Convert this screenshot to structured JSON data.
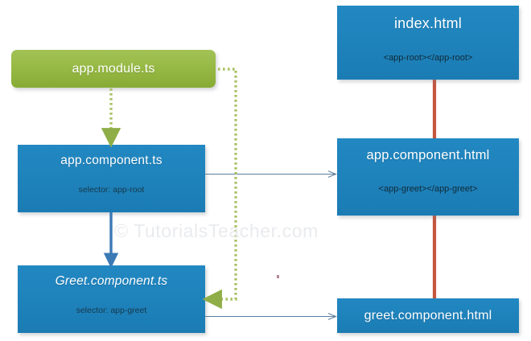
{
  "diagram": {
    "title_watermark": "© TutorialsTeacher.com",
    "nodes": {
      "app_module": {
        "label": "app.module.ts",
        "color": "#97ba45",
        "shape": "rounded-rectangle"
      },
      "app_component_ts": {
        "label": "app.component.ts",
        "sub": "selector: app-root",
        "color": "#1e82bd",
        "shape": "rectangle"
      },
      "greet_component_ts": {
        "label": "Greet.component.ts",
        "sub": "selector: app-greet",
        "color": "#1e82bd",
        "shape": "rectangle"
      },
      "index_html": {
        "label": "index.html",
        "sub": "<app-root></app-root>",
        "color": "#1e82bd",
        "shape": "rectangle"
      },
      "app_component_html": {
        "label": "app.component.html",
        "sub": "<app-greet></app-greet>",
        "color": "#1e82bd",
        "shape": "rectangle"
      },
      "greet_component_html": {
        "label": "greet.component.html",
        "color": "#1e82bd",
        "shape": "rectangle"
      }
    },
    "edges": [
      {
        "name": "app-module-to-app-component-ts",
        "from": "app_module",
        "to": "app_component_ts",
        "style": "dotted",
        "color": "#a8c263"
      },
      {
        "name": "app-module-to-greet-component-ts",
        "from": "app_module",
        "to": "greet_component_ts",
        "style": "dotted",
        "color": "#a8c263"
      },
      {
        "name": "app-component-ts-to-greet-component-ts",
        "from": "app_component_ts",
        "to": "greet_component_ts",
        "style": "solid-thick",
        "color": "#3b7ab5"
      },
      {
        "name": "app-component-ts-to-app-component-html",
        "from": "app_component_ts",
        "to": "app_component_html",
        "style": "solid-thin",
        "color": "#5b7f9e"
      },
      {
        "name": "greet-component-ts-to-greet-component-html",
        "from": "greet_component_ts",
        "to": "greet_component_html",
        "style": "solid-thin",
        "color": "#5b7f9e"
      },
      {
        "name": "app-component-html-to-index-html",
        "from": "app_component_html",
        "to": "index_html",
        "style": "solid-thick",
        "color": "#c4553f"
      },
      {
        "name": "greet-component-html-to-app-component-html",
        "from": "greet_component_html",
        "to": "app_component_html",
        "style": "solid-thick",
        "color": "#c4553f"
      }
    ]
  }
}
